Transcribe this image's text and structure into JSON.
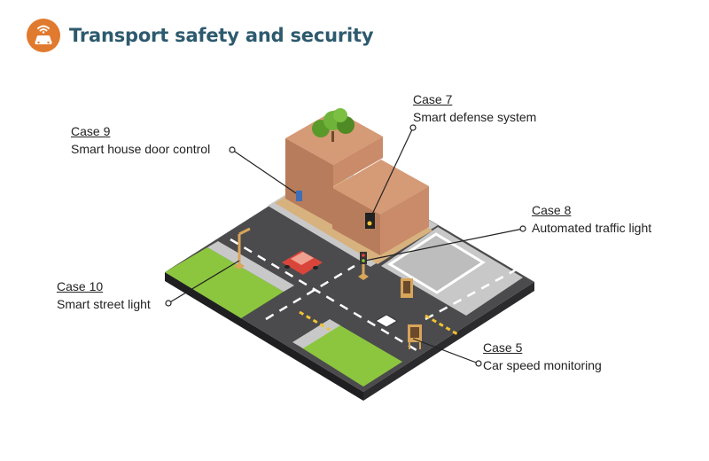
{
  "header": {
    "title": "Transport safety and security",
    "icon": "car-wifi-icon",
    "accent_color": "#e07a2e",
    "title_color": "#2d5a6e"
  },
  "callouts": [
    {
      "id": "case-9",
      "case": "Case 9",
      "label": "Smart house door control"
    },
    {
      "id": "case-7",
      "case": "Case 7",
      "label": "Smart defense system"
    },
    {
      "id": "case-8",
      "case": "Case 8",
      "label": "Automated traffic light"
    },
    {
      "id": "case-10",
      "case": "Case 10",
      "label": "Smart street light"
    },
    {
      "id": "case-5",
      "case": "Case 5",
      "label": "Car speed monitoring"
    }
  ],
  "scene": {
    "road_color": "#4b4b4d",
    "grass_color": "#8cc63f",
    "sidewalk_color": "#c8c8c8",
    "building_color": "#c48a6a",
    "car_color": "#d9453a",
    "crossing_color": "#f1c232"
  }
}
